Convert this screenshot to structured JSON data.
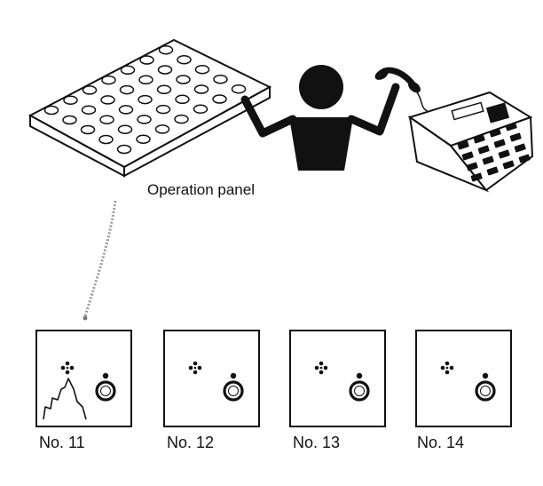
{
  "panel": {
    "label": "Operation panel"
  },
  "units": [
    {
      "label": "No. 11",
      "alarm": true
    },
    {
      "label": "No. 12",
      "alarm": false
    },
    {
      "label": "No. 13",
      "alarm": false
    },
    {
      "label": "No. 14",
      "alarm": false
    }
  ],
  "colors": {
    "ink": "#111111",
    "background": "#ffffff",
    "signal": "#9a9a9a"
  },
  "icons": [
    "operator-icon",
    "telephone-icon",
    "handset-icon",
    "keypad-panel-icon",
    "sensor-icon",
    "indicator-lamp-icon",
    "alarm-waveform-icon"
  ]
}
